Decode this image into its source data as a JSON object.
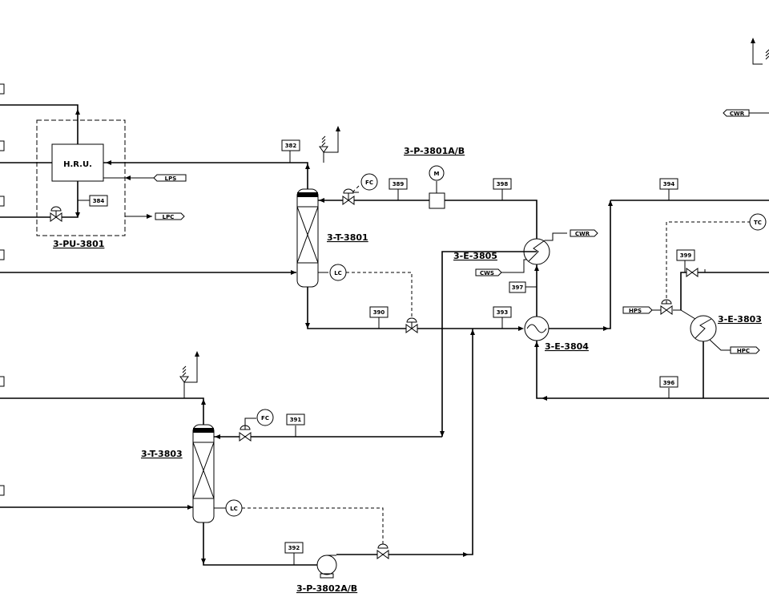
{
  "equipment": {
    "hru_box": "H.R.U.",
    "hru_unit": "3-PU-3801",
    "column_top": "3-T-3801",
    "column_bottom": "3-T-3803",
    "pump_top": "3-P-3801A/B",
    "pump_bottom": "3-P-3802A/B",
    "exchanger_3805": "3-E-3805",
    "exchanger_3804": "3-E-3804",
    "exchanger_3803": "3-E-3803"
  },
  "streams": {
    "s382": "382",
    "s384": "384",
    "s389": "389",
    "s398": "398",
    "s390": "390",
    "s393": "393",
    "s397": "397",
    "s394": "394",
    "s399": "399",
    "s396": "396",
    "s391": "391",
    "s392": "392"
  },
  "utilities": {
    "lps": "LPS",
    "lpc": "LPC",
    "cwr_top": "CWR",
    "cwr_mid": "CWR",
    "cws": "CWS",
    "hps": "HPS",
    "hpc": "HPC"
  },
  "instruments": {
    "fc_top": "FC",
    "fc_bottom": "FC",
    "lc_top": "LC",
    "lc_bottom": "LC",
    "tc": "TC",
    "motor": "M"
  }
}
